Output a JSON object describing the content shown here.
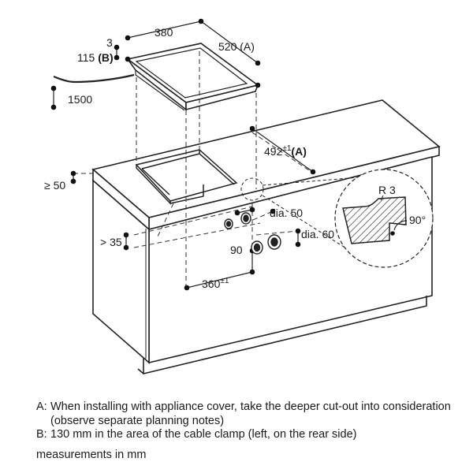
{
  "dimensions": {
    "panel_width": "380",
    "panel_depth": "520",
    "panel_depth_ref": "(A)",
    "thickness_top": "3",
    "thickness_b": "115",
    "thickness_b_ref": "(B)",
    "cable_length": "1500",
    "cutout_depth": "492",
    "cutout_depth_tol": "±1",
    "cutout_depth_ref": "(A)",
    "front_offset": "≥ 50",
    "height_clearance": "> 35",
    "pipe_angle": "90",
    "cutout_width": "360",
    "cutout_width_tol": "±1",
    "hole_small": "dia. 50",
    "hole_large": "dia. 60",
    "detail_radius": "R 3",
    "detail_angle": "90°"
  },
  "notes": [
    {
      "key": "A:",
      "text": "When installing with appliance cover, take the deeper cut-out into consideration (observe separate planning notes)"
    },
    {
      "key": "B:",
      "text": "130 mm in the area of the cable clamp (left, on the rear side)"
    }
  ],
  "units_note": "measurements in mm"
}
